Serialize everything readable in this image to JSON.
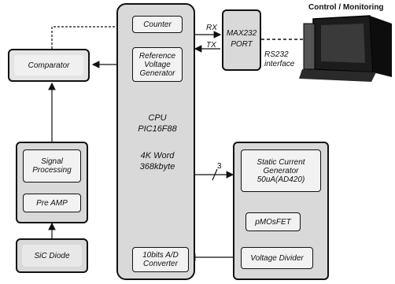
{
  "diagram": {
    "counter": "Counter",
    "ref_voltage": "Reference Voltage Generator",
    "comparator": "Comparator",
    "cpu_line1": "CPU",
    "cpu_line2": "PIC16F88",
    "cpu_line3": "4K Word",
    "cpu_line4": "368kbyte",
    "port_line1": "MAX232",
    "port_line2": "PORT",
    "rx": "RX",
    "tx": "TX",
    "rs232": "RS232",
    "interface": "interface",
    "control": "Control / Monitoring",
    "signal_processing": "Signal Processing",
    "pre_amp": "Pre AMP",
    "sic_diode": "SiC Diode",
    "static_current": "Static Current Generator 50uA(AD420)",
    "bus_width": "3",
    "pmosfet": "pMOsFET",
    "voltage_divider": "Voltage Divider",
    "adc": "10bits A/D Converter"
  }
}
